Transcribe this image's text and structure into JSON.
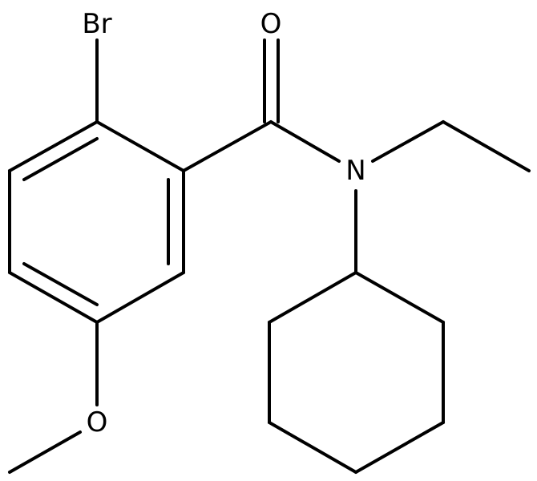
{
  "atom_labels": {
    "bromine": "Br",
    "carbonyl_oxygen": "O",
    "amide_nitrogen": "N",
    "methoxy_oxygen": "O"
  },
  "colors": {
    "bond": "#000000",
    "label": "#000000",
    "background": "#ffffff"
  }
}
